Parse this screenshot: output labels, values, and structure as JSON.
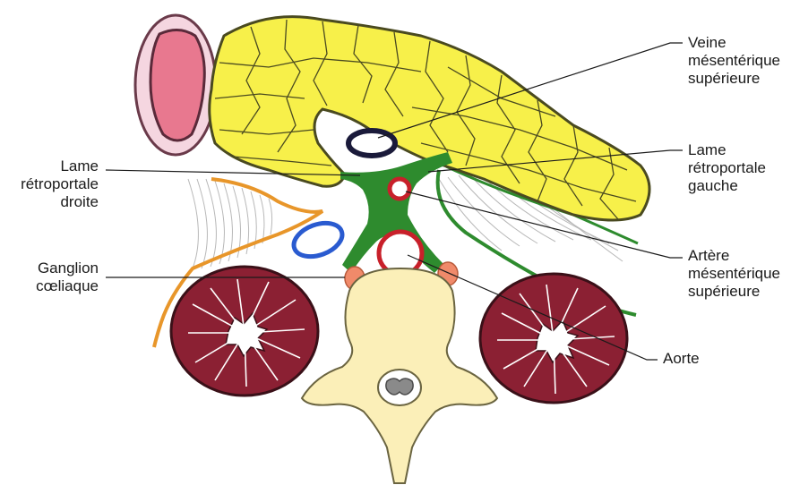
{
  "labels": {
    "veine_mesenterique_superieure": [
      "Veine",
      "mésentérique",
      "supérieure"
    ],
    "lame_retroportale_gauche": [
      "Lame",
      "rétroportale",
      "gauche"
    ],
    "arteere_mesenterique_superieure": [
      "Artère",
      "mésentérique",
      "supérieure"
    ],
    "aorte": [
      "Aorte"
    ],
    "lame_retroportale_droite": [
      "Lame",
      "rétroportale",
      "droite"
    ],
    "ganglion_coeliaque": [
      "Ganglion",
      "cœliaque"
    ]
  },
  "colors": {
    "pancreas": "#f7f04a",
    "pancreas_outline": "#4a4a20",
    "duodenum_outer": "#f5d6e0",
    "duodenum_inner": "#e8788f",
    "green_lamina": "#2e8b2e",
    "kidney": "#8b2033",
    "spine": "#fbefb8",
    "vein_dark": "#1a1a3a",
    "vein_blue": "#2a5bd0",
    "artery_red": "#c8202a",
    "ganglion": "#f08a6a",
    "orange_fascia": "#e8962a"
  }
}
